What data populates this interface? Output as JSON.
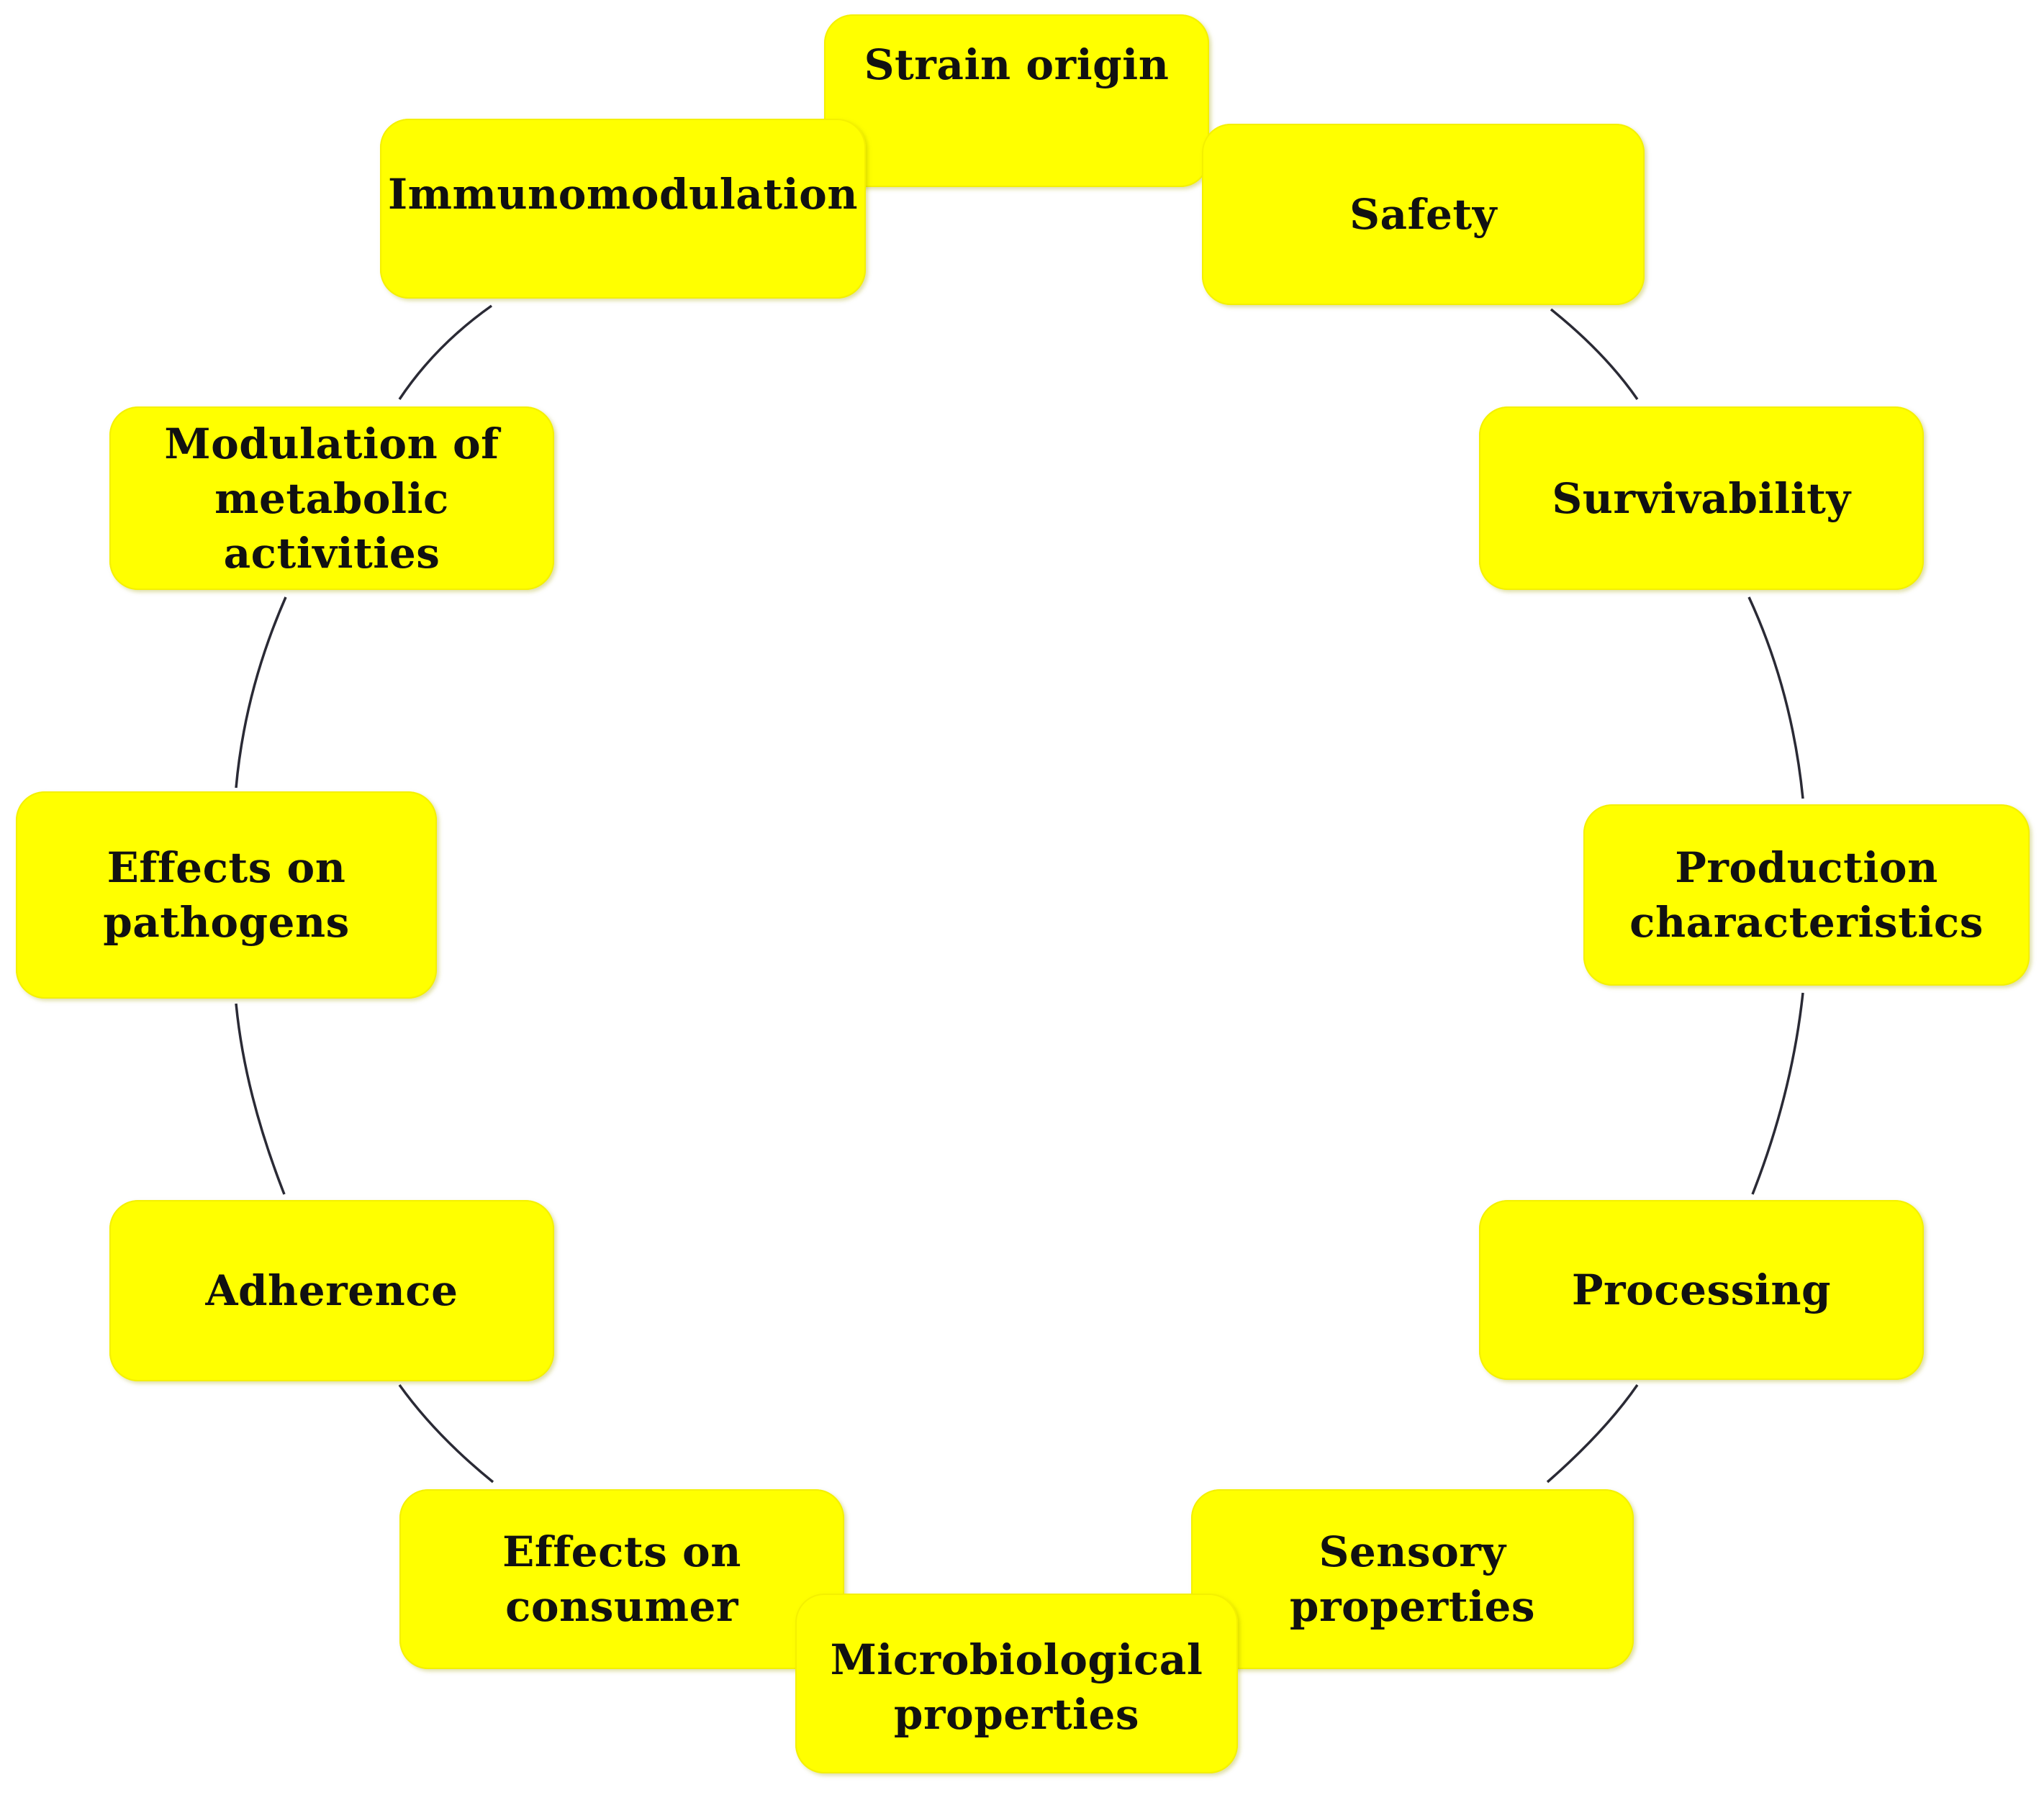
{
  "colors": {
    "node_fill": "#ffff00",
    "node_text": "#111111",
    "connector": "#2a2a35",
    "background": "#ffffff"
  },
  "diagram": {
    "type": "cycle",
    "nodes": [
      {
        "id": "strain-origin",
        "label": "Strain origin"
      },
      {
        "id": "safety",
        "label": "Safety"
      },
      {
        "id": "survivability",
        "label": "Survivability"
      },
      {
        "id": "production-characteristics",
        "label": "Production\ncharacteristics"
      },
      {
        "id": "processing",
        "label": "Processing"
      },
      {
        "id": "sensory-properties",
        "label": "Sensory\nproperties"
      },
      {
        "id": "microbiological-properties",
        "label": "Microbiological\nproperties"
      },
      {
        "id": "effects-on-consumer",
        "label": "Effects on\nconsumer"
      },
      {
        "id": "adherence",
        "label": "Adherence"
      },
      {
        "id": "effects-on-pathogens",
        "label": "Effects on\npathogens"
      },
      {
        "id": "modulation-of-metabolic-activities",
        "label": "Modulation of\nmetabolic\nactivities"
      },
      {
        "id": "immunomodulation",
        "label": "Immunomodulation"
      }
    ]
  }
}
